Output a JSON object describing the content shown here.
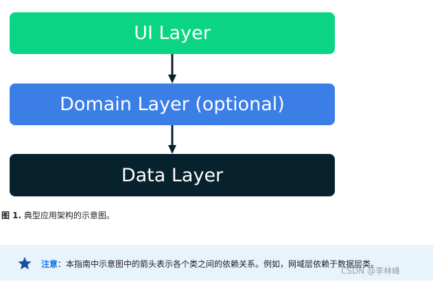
{
  "diagram": {
    "layers": [
      {
        "label": "UI Layer",
        "color": "#0bd485"
      },
      {
        "label": "Domain Layer (optional)",
        "color": "#3b7ee6"
      },
      {
        "label": "Data Layer",
        "color": "#07222d"
      }
    ],
    "arrow_color": "#08222c"
  },
  "caption": {
    "label": "图 1.",
    "text": " 典型应用架构的示意图。"
  },
  "note": {
    "icon": "star-icon",
    "label": "注意",
    "text": "：本指南中示意图中的箭头表示各个类之间的依赖关系。例如，网域层依赖于数据层类。",
    "background": "#e8f4fb"
  },
  "watermark": "CSDN @李林峰"
}
